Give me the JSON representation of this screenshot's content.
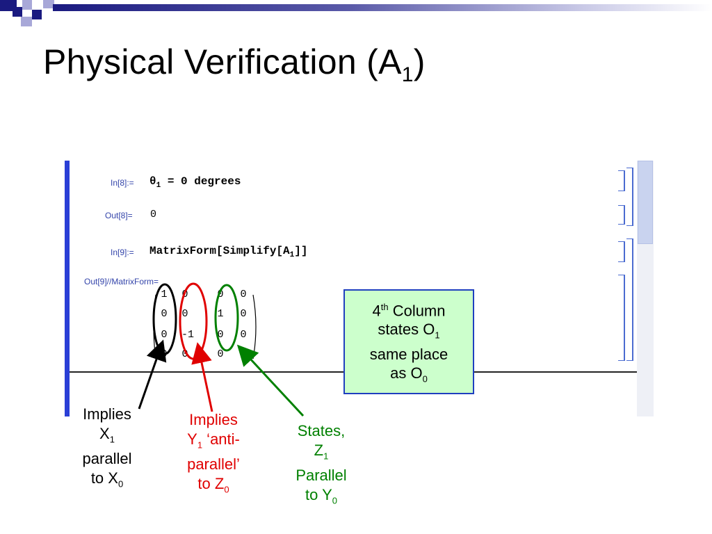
{
  "slide": {
    "title_main": "Physical Verification (A",
    "title_sub": "1",
    "title_close": ")"
  },
  "notebook": {
    "in8_label": "In[8]:=",
    "in8_theta": "θ",
    "in8_sub": "1",
    "in8_rest": " = 0 degrees",
    "out8_label": "Out[8]=",
    "out8_value": "0",
    "in9_label": "In[9]:=",
    "in9_code": "MatrixForm[Simplify[A",
    "in9_sub": "1",
    "in9_close": "]]",
    "out9_label": "Out[9]//MatrixForm=",
    "matrix": [
      [
        "1",
        "0",
        "0",
        "0"
      ],
      [
        "0",
        "0",
        "1",
        "0"
      ],
      [
        "0",
        "-1",
        "0",
        "0"
      ],
      [
        "0",
        "0",
        "0",
        "1"
      ]
    ]
  },
  "callout": {
    "l1_num": "4",
    "l1_sup": "th",
    "l1_rest": " Column",
    "l2_main": "states O",
    "l2_sub": "1",
    "l3": "same place",
    "l4_main": "as O",
    "l4_sub": "0"
  },
  "notes": {
    "x": {
      "l1": "Implies",
      "l2_main": "X",
      "l2_sub": "1",
      "l3": "parallel",
      "l4_main": "to X",
      "l4_sub": "0"
    },
    "y": {
      "l1": "Implies",
      "l2_main": "Y",
      "l2_sub": "1",
      "l2_rest": " ‘anti-",
      "l3": "parallel’",
      "l4_main": "to Z",
      "l4_sub": "0"
    },
    "z": {
      "l1": "States,",
      "l2_main": "Z",
      "l2_sub": "1",
      "l3": "Parallel",
      "l4_main": "to Y",
      "l4_sub": "0"
    }
  },
  "colors": {
    "accent_navy": "#1a1a80",
    "callout_fill": "#ccffcc",
    "callout_border": "#1f3fbf",
    "black_mark": "#000000",
    "red_mark": "#e00000",
    "green_mark": "#008000"
  }
}
